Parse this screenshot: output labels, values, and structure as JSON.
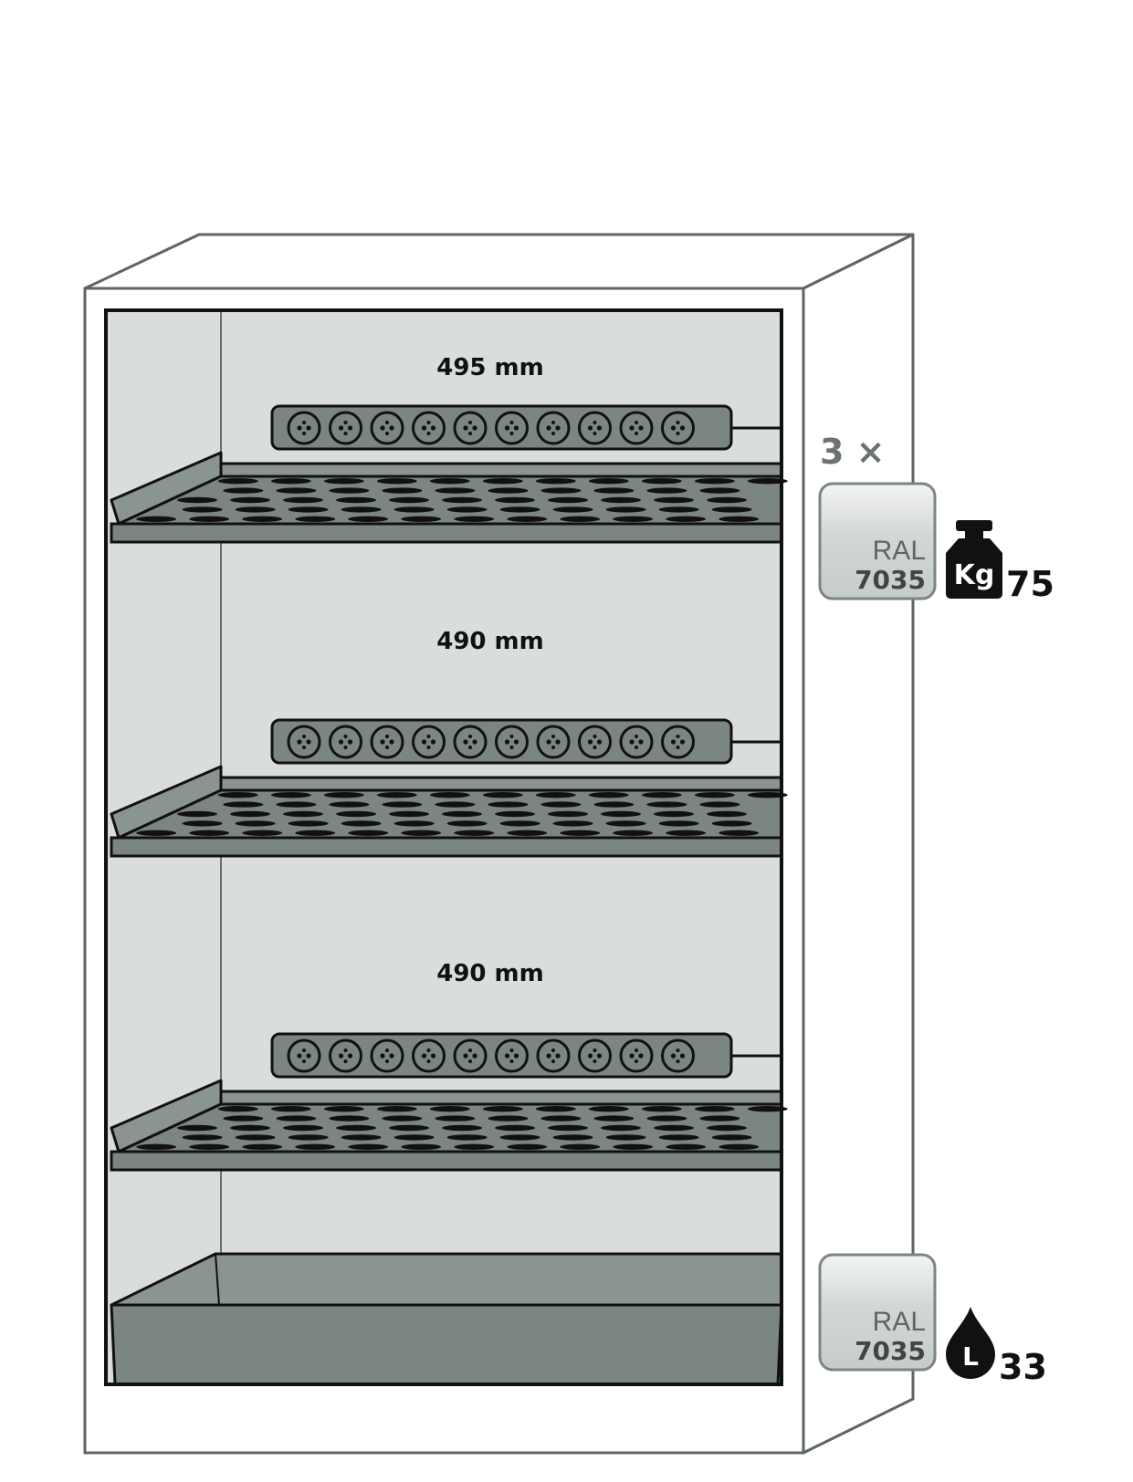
{
  "shelf_heights": [
    "495 mm",
    "490 mm",
    "490 mm"
  ],
  "shelves": {
    "quantity": "3 ×",
    "color_prefix": "RAL",
    "color_code": "7035",
    "load_unit": "Kg",
    "load_value": "75"
  },
  "sump": {
    "color_prefix": "RAL",
    "color_code": "7035",
    "volume_unit": "L",
    "volume_value": "33"
  },
  "colors": {
    "cabinet_interior": "#d9dedd",
    "shelf_gray": "#7b8583",
    "swatch_ral_7035": "#cfd4d1",
    "outline": "#111111",
    "cabinet_edge": "#5e6564"
  }
}
